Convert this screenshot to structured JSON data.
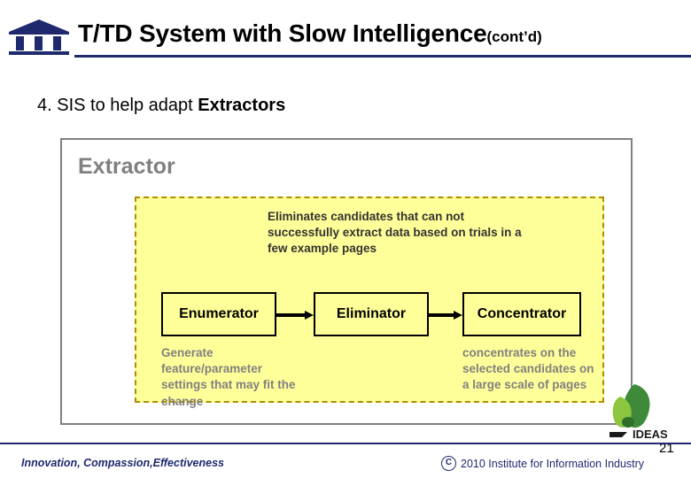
{
  "header": {
    "title": "T/TD System with Slow Intelligence",
    "title_suffix": "(cont’d)",
    "logo_icon": "institute-building-logo-icon"
  },
  "bullet": {
    "number": "4. ",
    "text": "SIS to help adapt ",
    "emphasis": "Extractors"
  },
  "content": {
    "heading": "Extractor",
    "diagram": {
      "top_note": "Eliminates candidates that can not successfully extract data based on trials in a few example pages",
      "boxes": [
        {
          "label": "Enumerator"
        },
        {
          "label": "Eliminator"
        },
        {
          "label": "Concentrator"
        }
      ],
      "arrows": [
        {
          "name": "arrow-enumerator-to-eliminator"
        },
        {
          "name": "arrow-eliminator-to-concentrator"
        }
      ],
      "note_left": "Generate feature/parameter settings that may fit the change",
      "note_right": "concentrates on the selected candidates on a large scale of pages"
    }
  },
  "footer": {
    "tagline": "Innovation, Compassion,Effectiveness",
    "copyright_symbol": "C",
    "copyright_text": "2010 Institute for Information Industry",
    "page_number": "21",
    "logo_icon": "ideas-leaf-logo-icon",
    "logo_text": "IDEAS"
  },
  "colors": {
    "navy": "#1f2a6e",
    "yellow": "#ffff99",
    "dashed_border": "#b08c00",
    "gray_heading": "#808080",
    "box_border": "#808080"
  }
}
